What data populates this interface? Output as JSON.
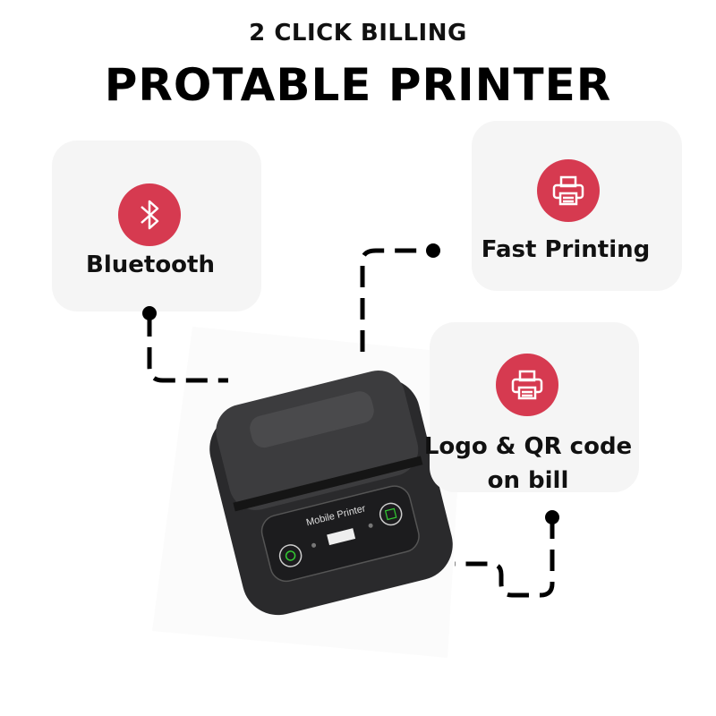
{
  "header": {
    "subtitle": "2 CLICK BILLING",
    "title": "PROTABLE PRINTER"
  },
  "features": [
    {
      "label": "Bluetooth",
      "icon": "bluetooth-icon"
    },
    {
      "label": "Fast Printing",
      "icon": "printer-icon"
    },
    {
      "label": "Logo & QR code on bill",
      "icon": "printer-icon"
    }
  ],
  "product": {
    "panel_text": "Mobile Printer"
  },
  "colors": {
    "accent": "#d63a50",
    "card": "#f5f5f5",
    "connector": "#000000"
  }
}
